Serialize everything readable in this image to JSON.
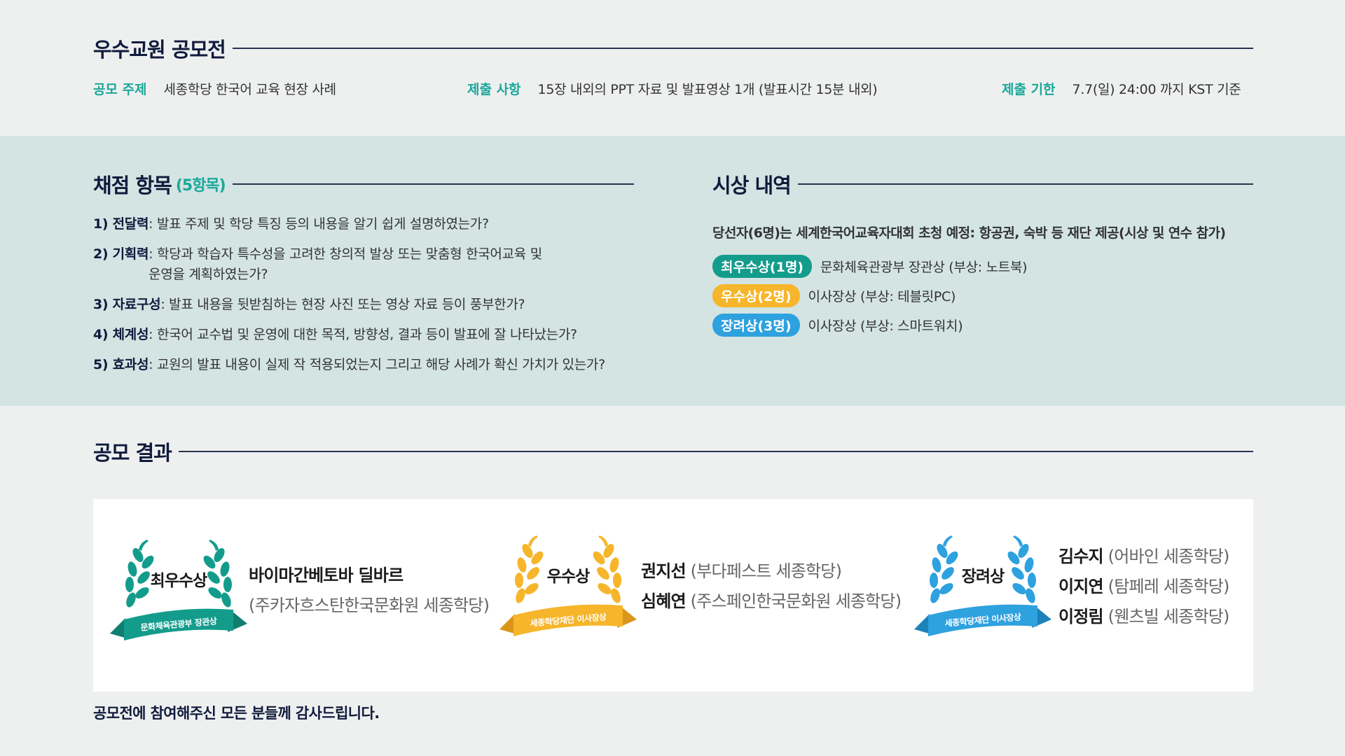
{
  "overview": {
    "title": "우수교원 공모전",
    "topic_label": "공모 주제",
    "topic_value": "세종학당 한국어 교육 현장 사례",
    "submission_label": "제출 사항",
    "submission_value": "15장 내외의 PPT 자료 및 발표영상 1개 (발표시간 15분 내외)",
    "deadline_label": "제출 기한",
    "deadline_value": "7.7(일) 24:00 까지 KST 기준"
  },
  "scoring": {
    "title": "채점 항목",
    "count": "(5항목)",
    "items": [
      {
        "name": "1) 전달력",
        "desc": ": 발표 주제 및 학당 특징 등의 내용을 알기 쉽게 설명하였는가?"
      },
      {
        "name": "2) 기획력",
        "desc": ": 학당과 학습자 특수성을 고려한 창의적 발상 또는 맞춤형 한국어교육 및\n  운영을 계획하였는가?"
      },
      {
        "name": "3) 자료구성",
        "desc": ": 발표 내용을 뒷받침하는 현장 사진 또는 영상 자료 등이 풍부한가?"
      },
      {
        "name": "4) 체계성",
        "desc": ": 한국어 교수법 및 운영에 대한 목적, 방향성, 결과 등이 발표에 잘 나타났는가?"
      },
      {
        "name": "5) 효과성",
        "desc": ": 교원의 발표 내용이 실제 작 적용되었는지 그리고 해당 사례가 확신 가치가 있는가?"
      }
    ]
  },
  "awards": {
    "title": "시상 내역",
    "note": "당선자(6명)는 세계한국어교육자대회 초청 예정: 항공권, 숙박 등 재단 제공(시상 및 연수 참가)",
    "items": [
      {
        "badge": "최우수상(1명)",
        "desc": "문화체육관광부 장관상 (부상: 노트북)",
        "color": "#139c8c"
      },
      {
        "badge": "우수상(2명)",
        "desc": "이사장상 (부상: 테블릿PC)",
        "color": "#f6b52a"
      },
      {
        "badge": "장려상(3명)",
        "desc": "이사장상 (부상: 스마트워치)",
        "color": "#2ea1df"
      }
    ]
  },
  "results": {
    "title": "공모 결과",
    "thanks": "공모전에 참여해주신 모든 분들께 감사드립니다.",
    "groups": [
      {
        "award": "최우수상",
        "ribbon": "문화체육관광부 장관상",
        "color": "#139c8c",
        "winners": [
          {
            "name": "바이마간베토바 딜바르",
            "affiliation": ""
          },
          {
            "name": "",
            "affiliation": "(주카자흐스탄한국문화원 세종학당)"
          }
        ]
      },
      {
        "award": "우수상",
        "ribbon": "세종학당재단 이사장상",
        "color": "#f6b52a",
        "winners": [
          {
            "name": "권지선",
            "affiliation": " (부다페스트 세종학당)"
          },
          {
            "name": "심혜연",
            "affiliation": " (주스페인한국문화원 세종학당)"
          }
        ]
      },
      {
        "award": "장려상",
        "ribbon": "세종학당재단 이사장상",
        "color": "#2ea1df",
        "winners": [
          {
            "name": "김수지",
            "affiliation": " (어바인 세종학당)"
          },
          {
            "name": "이지연",
            "affiliation": " (탐페레 세종학당)"
          },
          {
            "name": "이정림",
            "affiliation": " (웬츠빌 세종학당)"
          }
        ]
      }
    ]
  }
}
